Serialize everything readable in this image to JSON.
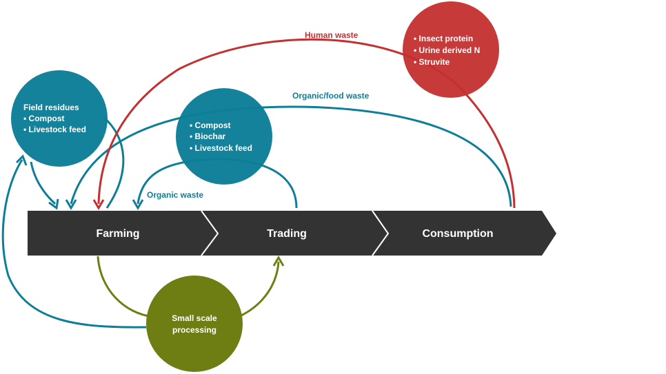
{
  "stages": {
    "farming": "Farming",
    "trading": "Trading",
    "consumption": "Consumption"
  },
  "flows": {
    "human_waste": "Human waste",
    "organic_food_waste": "Organic/food waste",
    "organic_waste": "Organic waste"
  },
  "circles": {
    "field_residues": {
      "title": "Field residues",
      "items": [
        "• Compost",
        "• Livestock feed"
      ]
    },
    "trading_outputs": {
      "items": [
        "• Compost",
        "• Biochar",
        "• Livestock feed"
      ]
    },
    "human_waste_outputs": {
      "items": [
        "• Insect protein",
        "• Urine derived N",
        "• Struvite"
      ]
    },
    "small_scale": {
      "line1": "Small scale",
      "line2": "processing"
    }
  },
  "colors": {
    "teal": "#0c7e98",
    "red": "#c42f2f",
    "olive": "#6e7e12",
    "chain": "#333333"
  }
}
